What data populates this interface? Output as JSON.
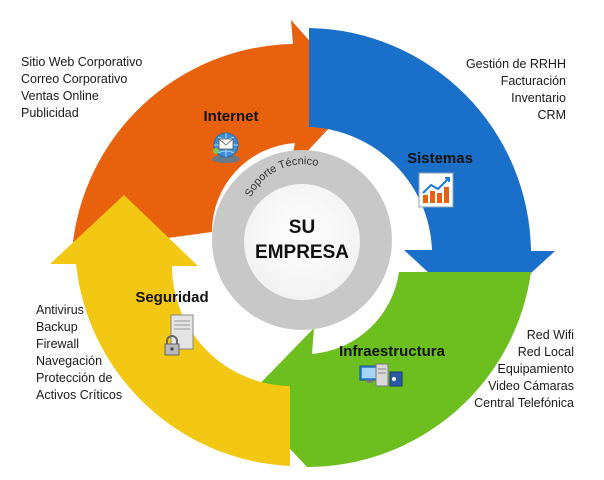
{
  "center": {
    "line1": "SU",
    "line2": "EMPRESA",
    "ring_label": "Soporte Técnico"
  },
  "segments": [
    {
      "label": "Internet",
      "color": "#e8620e",
      "icon": "globe-mail-icon",
      "items": [
        "Sitio Web Corporativo",
        "Correo Corporativo",
        "Ventas Online",
        "Publicidad"
      ]
    },
    {
      "label": "Sistemas",
      "color": "#1a6fc8",
      "icon": "chart-icon",
      "items": [
        "Gestión de RRHH",
        "Facturación",
        "Inventario",
        "CRM"
      ]
    },
    {
      "label": "Infraestructura",
      "color": "#6cbf1e",
      "icon": "network-icon",
      "items": [
        "Red Wifi",
        "Red Local",
        "Equipamiento",
        "Video Cámaras",
        "Central Telefónica"
      ]
    },
    {
      "label": "Seguridad",
      "color": "#f3c814",
      "icon": "server-lock-icon",
      "items": [
        "Antivirus",
        "Backup",
        "Firewall",
        "Navegación",
        "Protección de",
        "Activos Críticos"
      ]
    }
  ]
}
